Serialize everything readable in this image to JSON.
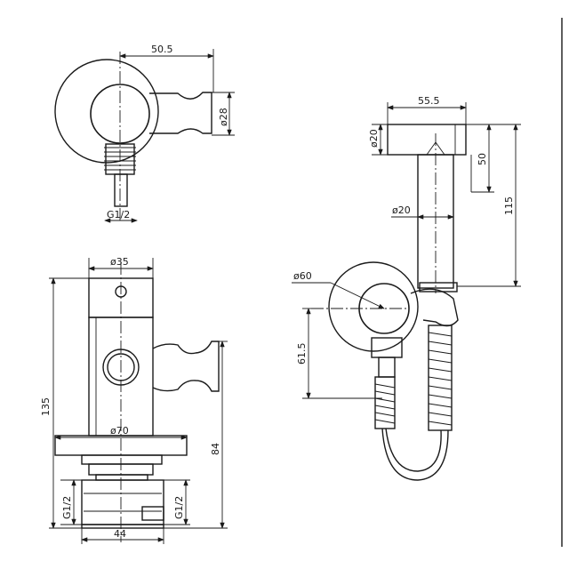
{
  "dimensions": {
    "top_width": "50.5",
    "top_dia": "ø28",
    "top_thread": "G1/2",
    "front_dia_top": "ø35",
    "front_dia_flange": "ø70",
    "front_height_total": "135",
    "front_height_lower": "84",
    "front_thread_left": "G1/2",
    "front_thread_right": "G1/2",
    "front_width_bottom": "44",
    "side_width_top": "55.5",
    "side_dia_head": "ø20",
    "side_height_head": "50",
    "side_height_total": "115",
    "side_dia_tube": "ø20",
    "side_dia_plate": "ø60",
    "side_height_lower": "61.5"
  },
  "colors": {
    "line": "#1a1a1a",
    "background": "#ffffff"
  }
}
